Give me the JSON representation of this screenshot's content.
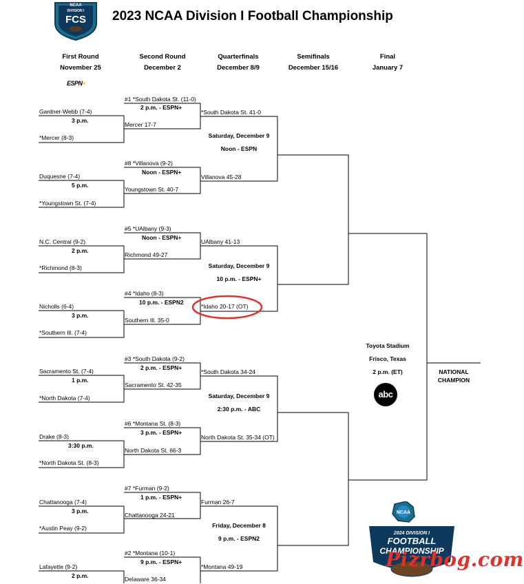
{
  "title": "2023 NCAA Division I Football Championship",
  "rounds": [
    {
      "name": "First Round",
      "date": "November 25"
    },
    {
      "name": "Second Round",
      "date": "December 2"
    },
    {
      "name": "Quarterfinals",
      "date": "December 8/9"
    },
    {
      "name": "Semifinals",
      "date": "December 15/16"
    },
    {
      "name": "Final",
      "date": "January 7"
    }
  ],
  "logo_text": {
    "org": "NCAA",
    "division": "DIVISION I",
    "fcs": "FCS"
  },
  "broadcast_logo": {
    "main": "ESPN",
    "plus": "+"
  },
  "first_round": [
    {
      "top": "Gardner-Webb (7-4)",
      "time": "3 p.m.",
      "bottom": "*Mercer (8-3)"
    },
    {
      "top": "Duquesne (7-4)",
      "time": "5 p.m.",
      "bottom": "*Youngstown St. (7-4)"
    },
    {
      "top": "N.C. Central (9-2)",
      "time": "2 p.m.",
      "bottom": "*Richmond (8-3)"
    },
    {
      "top": "Nicholls (6-4)",
      "time": "3 p.m.",
      "bottom": "*Southern Ill. (7-4)"
    },
    {
      "top": "Sacramento St. (7-4)",
      "time": "1 p.m.",
      "bottom": "*North Dakota (7-4)"
    },
    {
      "top": "Drake (8-3)",
      "time": "3:30 p.m.",
      "bottom": "*North Dakota St. (8-3)"
    },
    {
      "top": "Chattanooga (7-4)",
      "time": "3 p.m.",
      "bottom": "*Austin Peay (9-2)"
    },
    {
      "top": "Lafayette (9-2)",
      "time": "2 p.m.",
      "bottom": ""
    }
  ],
  "second_round": [
    {
      "seed": "#1 *South Dakota St. (11-0)",
      "time": "2 p.m. - ESPN+",
      "result": "Mercer 17-7"
    },
    {
      "seed": "#8 *Villanova (9-2)",
      "time": "Noon - ESPN+",
      "result": "Youngstown St. 40-7"
    },
    {
      "seed": "#5 *UAlbany (9-3)",
      "time": "Noon - ESPN+",
      "result": "Richmond 49-27"
    },
    {
      "seed": "#4 *Idaho (8-3)",
      "time": "10 p.m. - ESPN2",
      "result": "Southern Ill. 35-0"
    },
    {
      "seed": "#3 *South Dakota (9-2)",
      "time": "2 p.m. - ESPN+",
      "result": "Sacramento St. 42-35"
    },
    {
      "seed": "#6 *Montana St. (8-3)",
      "time": "3 p.m. - ESPN+",
      "result": "North Dakota St. 66-3"
    },
    {
      "seed": "#7 *Furman (9-2)",
      "time": "1 p.m. - ESPN+",
      "result": "Chattanooga 24-21"
    },
    {
      "seed": "#2 *Montana (10-1)",
      "time": "9 p.m. - ESPN+",
      "result": "Delaware 36-34"
    }
  ],
  "quarterfinals": [
    {
      "top": "*South Dakota St. 41-0",
      "day": "Saturday, December 9",
      "time": "Noon - ESPN",
      "bottom": "Villanova 45-28"
    },
    {
      "top": "UAlbany 41-13",
      "day": "Saturday, December 9",
      "time": "10 p.m. - ESPN+",
      "bottom": "*Idaho 20-17 (OT)"
    },
    {
      "top": "*South Dakota 34-24",
      "day": "Saturday, December 9",
      "time": "2:30 p.m. - ABC",
      "bottom": "North Dakota St. 35-34 (OT)"
    },
    {
      "top": "Furman 26-7",
      "day": "Friday, December 8",
      "time": "9 p.m. - ESPN2",
      "bottom": "*Montana 49-19"
    }
  ],
  "final": {
    "venue": "Toyota Stadium",
    "city": "Frisco, Texas",
    "time": "2 p.m. (ET)",
    "network_logo": "abc"
  },
  "champion": {
    "line1": "NATIONAL",
    "line2": "CHAMPION"
  },
  "champ_logo": {
    "org": "NCAA",
    "line1": "2024 DIVISION I",
    "line2": "FOOTBALL",
    "line3": "CHAMPIONSHIP"
  },
  "watermark": "Pizrbog.com",
  "colors": {
    "highlight": "#e0312b",
    "navy": "#0d3a5c",
    "teal": "#1b6f8a"
  }
}
